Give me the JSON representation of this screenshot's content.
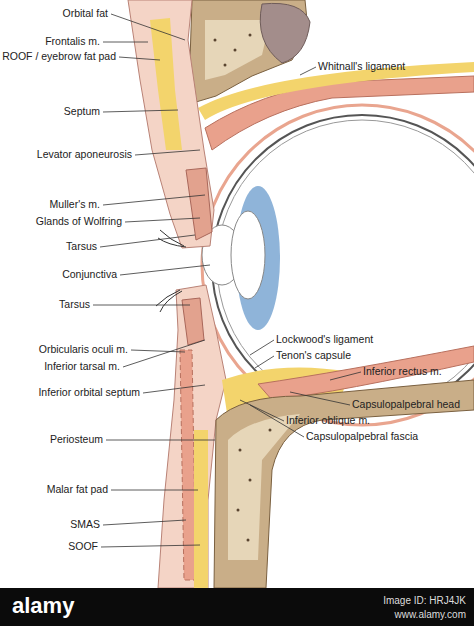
{
  "diagram": {
    "labels": [
      "Orbital fat",
      "Frontalis m.",
      "ROOF / eyebrow fat pad",
      "Whitnall's ligament",
      "Septum",
      "Levator aponeurosis",
      "Muller's m.",
      "Glands of Wolfring",
      "Tarsus",
      "Conjunctiva",
      "Tarsus",
      "Lockwood's ligament",
      "Tenon's capsule",
      "Inferior rectus m.",
      "Orbicularis oculi m.",
      "Inferior tarsal m.",
      "Inferior orbital septum",
      "Capsulopalpebral head",
      "Inferior oblique m.",
      "Capsulopalpebral fascia",
      "Periosteum",
      "Malar fat pad",
      "SMAS",
      "SOOF",
      "alamy",
      "Image ID: HRJ4JK",
      "www.alamy.com"
    ]
  }
}
